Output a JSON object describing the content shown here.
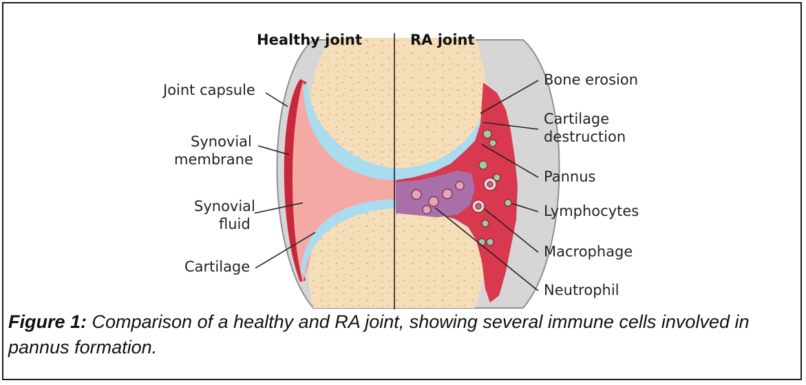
{
  "diagram": {
    "left_title": "Healthy joint",
    "right_title": "RA joint",
    "left_labels": {
      "joint_capsule": "Joint capsule",
      "synovial_membrane_line1": "Synovial",
      "synovial_membrane_line2": "membrane",
      "synovial_fluid_line1": "Synovial",
      "synovial_fluid_line2": "fluid",
      "cartilage": "Cartilage"
    },
    "right_labels": {
      "bone_erosion": "Bone erosion",
      "cartilage_destruction_line1": "Cartilage",
      "cartilage_destruction_line2": "destruction",
      "pannus": "Pannus",
      "lymphocytes": "Lymphocytes",
      "macrophage": "Macrophage",
      "neutrophil": "Neutrophil"
    },
    "colors": {
      "bone": "#f6dfb8",
      "bone_pores": "#d9c29a",
      "cartilage": "#a9dcef",
      "synovial_fluid": "#f4a9a4",
      "synovial_membrane": "#c8283c",
      "capsule": "#d6d6d6",
      "pannus": "#d8394f",
      "inflamed_fluid": "#a86fa8"
    }
  },
  "caption": {
    "label": "Figure 1:",
    "text": " Comparison of a healthy and RA joint, showing several immune cells involved in pannus formation."
  }
}
